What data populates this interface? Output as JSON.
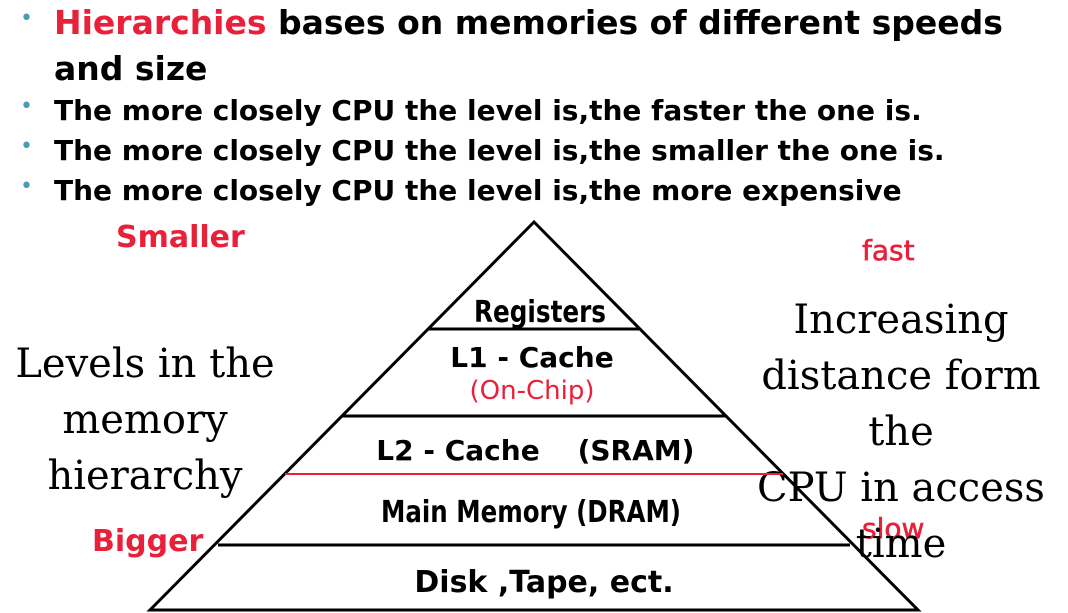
{
  "bullets": {
    "item1_highlight": "Hierarchies",
    "item1_rest": " bases on memories of different speeds",
    "item1_line2": "and size",
    "item2": "The more closely CPU the level is,the faster the one is.",
    "item3": "The more closely CPU the level is,the smaller the one is.",
    "item4": "The more closely CPU the level is,the more  expensive",
    "marker": "•"
  },
  "labels": {
    "smaller": "Smaller",
    "bigger": "Bigger",
    "fast": "fast",
    "slow": "slow",
    "left_text": [
      "Levels in the",
      "memory",
      "hierarchy"
    ],
    "right_text": [
      "Increasing",
      "distance form the",
      "CPU in access",
      "time"
    ]
  },
  "pyramid": {
    "registers": "Registers",
    "l1_cache": "L1 - Cache",
    "l1_note": "(On-Chip)",
    "l2_cache": "L2 - Cache",
    "l2_note": "(SRAM)",
    "main_memory": "Main Memory (DRAM)",
    "disk": "Disk ,Tape, ect."
  },
  "colors": {
    "accent_red": "#e8203a",
    "bullet_teal": "#4a9bb3",
    "line": "#000000"
  }
}
